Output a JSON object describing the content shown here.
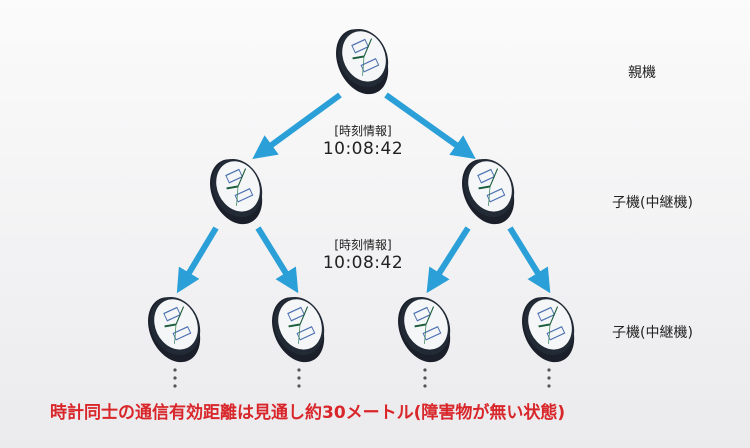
{
  "labels": {
    "parent": "親機",
    "child1": "子機(中継機)",
    "child2": "子機(中継機)"
  },
  "time_info": [
    {
      "title": "[時刻情報]",
      "time": "10:08:42"
    },
    {
      "title": "[時刻情報]",
      "time": "10:08:42"
    }
  ],
  "note": "時計同士の通信有効距離は見通し約30メートル(障害物が無い状態)",
  "colors": {
    "arrow": "#2a9fd8",
    "note": "#d8262a",
    "clock_frame": "#1a1f2a"
  }
}
